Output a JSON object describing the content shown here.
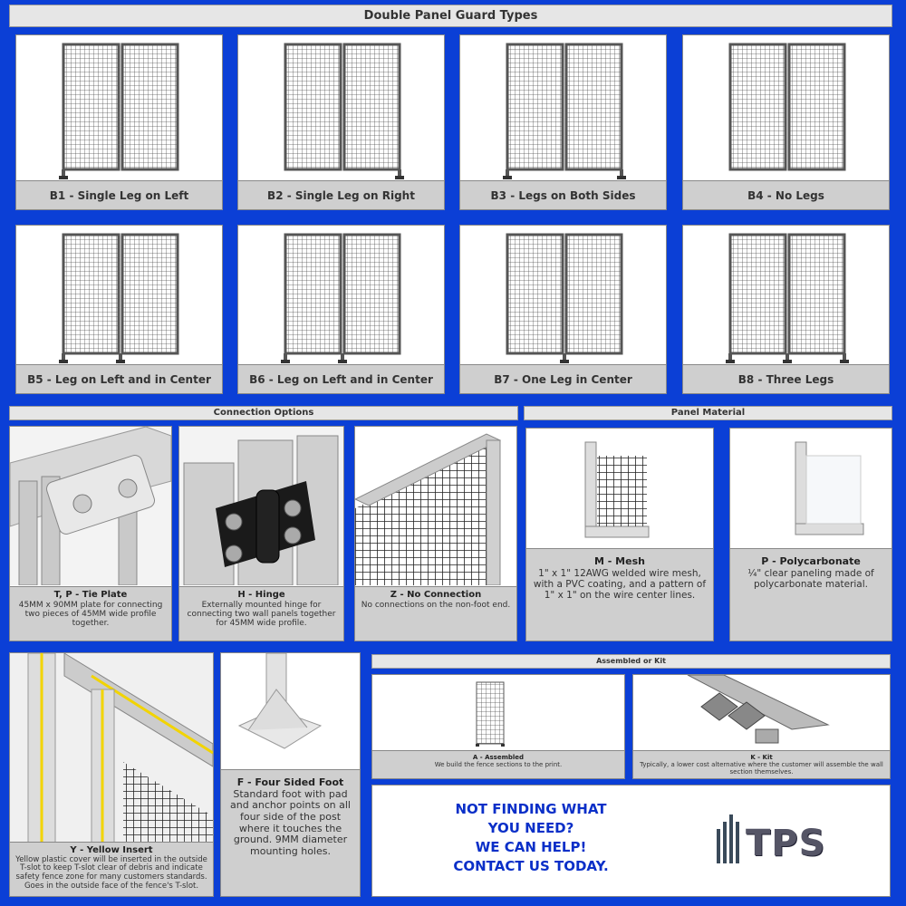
{
  "title": "Double Panel Guard Types",
  "guard_types": [
    {
      "label": "B1 - Single Leg on Left"
    },
    {
      "label": "B2 - Single Leg on Right"
    },
    {
      "label": "B3 - Legs on Both Sides"
    },
    {
      "label": "B4 - No Legs"
    },
    {
      "label": "B5 - Leg on Left and in Center"
    },
    {
      "label": "B6 - Leg on Left and in Center"
    },
    {
      "label": "B7 - One Leg in Center"
    },
    {
      "label": "B8 - Three Legs"
    }
  ],
  "connection": {
    "title": "Connection Options",
    "items": [
      {
        "name": "T, P - Tie Plate",
        "desc": "45MM x 90MM plate for connecting two pieces of 45MM wide profile together."
      },
      {
        "name": "H - Hinge",
        "desc": "Externally mounted hinge for connecting two wall panels together for 45MM wide profile."
      },
      {
        "name": "Z - No Connection",
        "desc": "No connections on the non-foot end."
      }
    ]
  },
  "material": {
    "title": "Panel Material",
    "items": [
      {
        "name": "M - Mesh",
        "desc": "1\" x 1\" 12AWG welded wire mesh, with a PVC coating, and a pattern of 1\" x 1\" on the wire center lines."
      },
      {
        "name": "P - Polycarbonate",
        "desc": "¼\" clear paneling made of polycarbonate material."
      }
    ]
  },
  "insert": {
    "name": "Y - Yellow Insert",
    "desc": "Yellow plastic cover will be inserted in the outside T-slot to keep T-slot clear of debris and indicate safety fence zone for many customers standards. Goes in the outside face of the fence's T-slot."
  },
  "foot": {
    "name": "F - Four Sided Foot",
    "desc": "Standard foot with pad and anchor points on all four side of the post where it touches the ground. 9MM diameter mounting holes."
  },
  "assembly": {
    "title": "Assembled or Kit",
    "items": [
      {
        "name": "A - Assembled",
        "desc": "We build the fence sections to the print."
      },
      {
        "name": "K - Kit",
        "desc": "Typically, a lower cost alternative where the customer will assemble the wall section themselves."
      }
    ]
  },
  "contact": {
    "lines": [
      "NOT FINDING WHAT",
      "YOU NEED?",
      "WE CAN HELP!",
      "CONTACT US TODAY."
    ],
    "logo": "TPS",
    "color": "#0a2fc8"
  }
}
